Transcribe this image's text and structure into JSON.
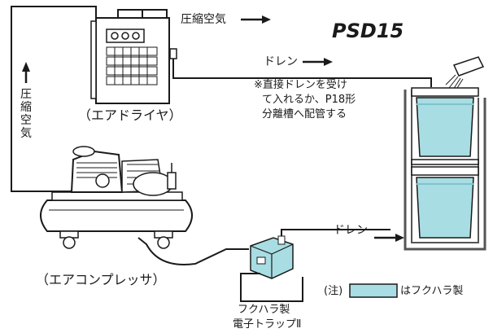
{
  "title": "PSD15",
  "labels": {
    "air_top": "圧縮空気",
    "air_left_chars": [
      "圧",
      "縮",
      "空",
      "気"
    ],
    "drain_top": "ドレン",
    "drain_bottom": "ドレン",
    "note_line1": "※直接ドレンを受け",
    "note_line2": "て入れるか、P18形",
    "note_line3": "分離槽へ配管する",
    "dryer": "（エアドライヤ）",
    "compressor": "（エアコンプレッサ）",
    "trap_line1": "フクハラ製",
    "trap_line2": "電子トラップⅡ",
    "legend_prefix": "(注)",
    "legend_suffix": "はフクハラ製"
  },
  "colors": {
    "line": "#1a1a1a",
    "fukuhara_fill": "#a8dde3",
    "fukuhara_dark": "#7fc3cb",
    "tank_wall": "#555555"
  }
}
